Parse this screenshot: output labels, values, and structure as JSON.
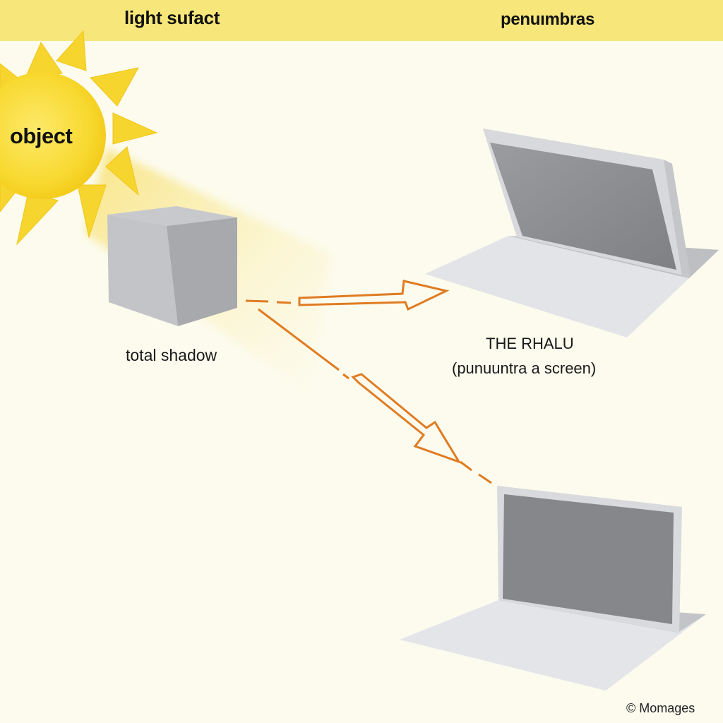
{
  "header": {
    "left_label": "light sufact",
    "right_label": "penuımbras"
  },
  "sun": {
    "label": "object",
    "color": "#f8dc3a"
  },
  "object": {
    "label": "total shadow"
  },
  "screen": {
    "title": "THE RHALU",
    "subtitle": "(punuuntra a screen)"
  },
  "arrows": {
    "color": "#e07b22"
  },
  "footer": {
    "copyright": "© Momages"
  },
  "colors": {
    "background": "#fcfbee",
    "header_band": "#f7e77a",
    "panel_face": "#8a8c8f",
    "panel_frame": "#d7d8db",
    "panel_base": "#e2e3e6"
  }
}
